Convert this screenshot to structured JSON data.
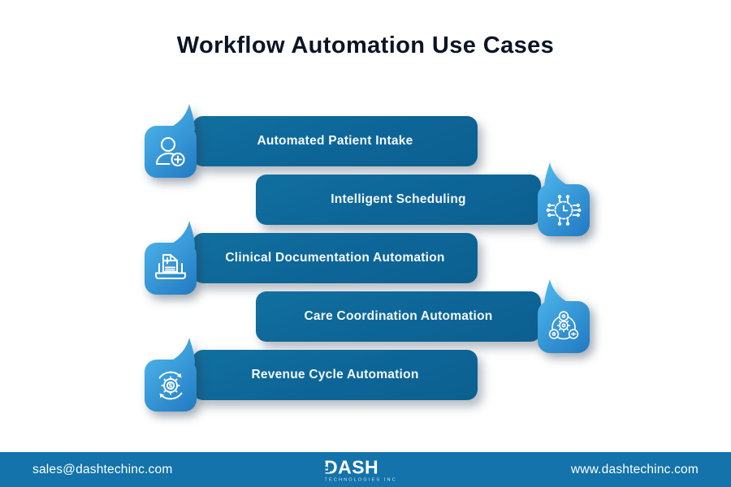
{
  "title": "Workflow Automation Use Cases",
  "rows": [
    {
      "label": "Automated Patient Intake",
      "icon": "add-patient-icon",
      "side": "left"
    },
    {
      "label": "Intelligent Scheduling",
      "icon": "smart-clock-circuit-icon",
      "side": "right"
    },
    {
      "label": "Clinical Documentation Automation",
      "icon": "clinical-document-icon",
      "side": "left"
    },
    {
      "label": "Care Coordination Automation",
      "icon": "care-network-gear-icon",
      "side": "right"
    },
    {
      "label": "Revenue Cycle Automation",
      "icon": "revenue-cycle-gear-icon",
      "side": "left"
    }
  ],
  "footer": {
    "email": "sales@dashtechinc.com",
    "website": "www.dashtechinc.com",
    "logo_name": "DASH",
    "logo_tagline": "TECHNOLOGIES INC"
  },
  "colors": {
    "banner_blue": "#0d6597",
    "tile_light_blue": "#4db6ec",
    "tile_dark_blue": "#1c72bc",
    "footer_blue": "#1373aa",
    "title_text": "#0c1424",
    "banner_text": "#f4f9fd"
  }
}
